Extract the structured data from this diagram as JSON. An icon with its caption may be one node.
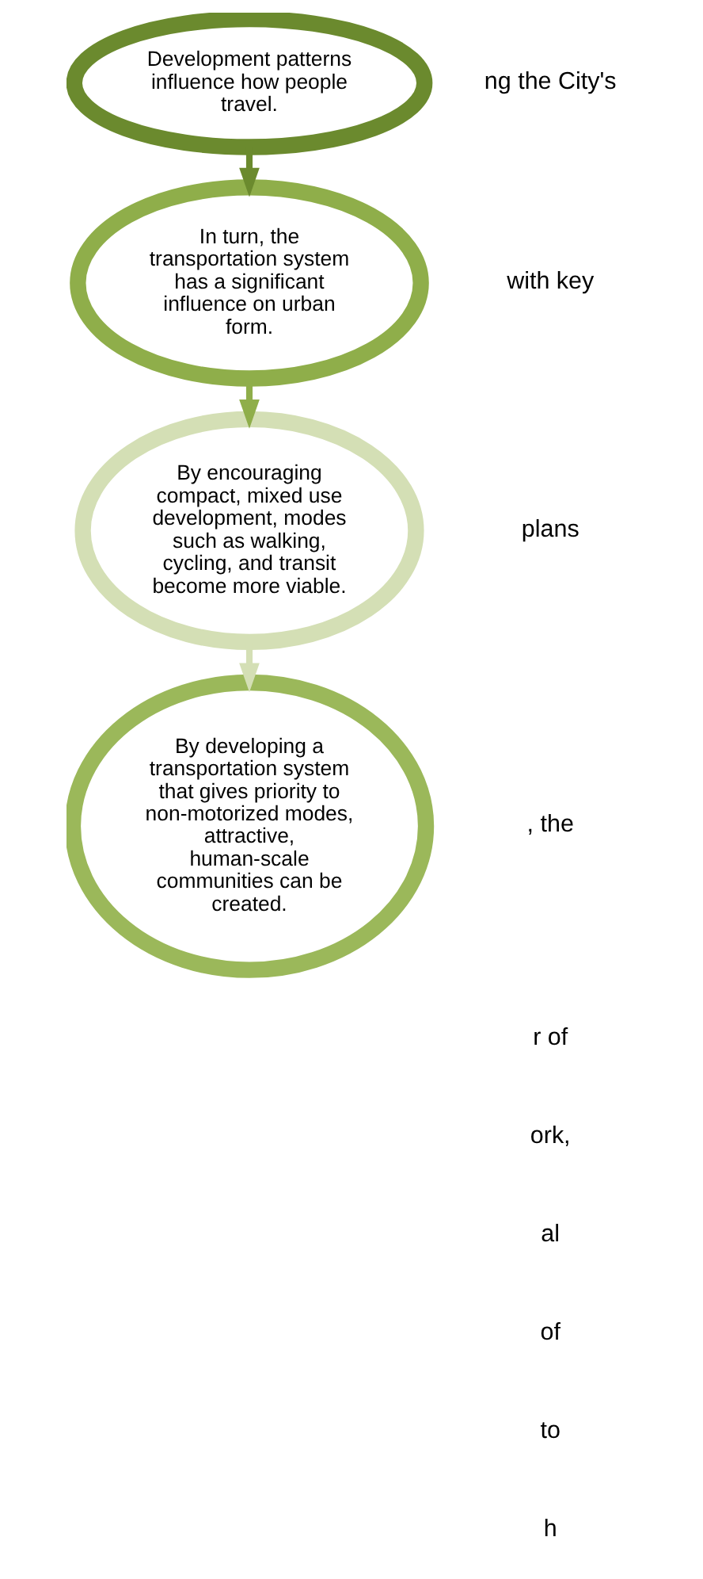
{
  "diagram": {
    "nodes": [
      {
        "text": [
          "Development patterns influence how people travel."
        ]
      },
      {
        "text": [
          "In turn, the transportation system has a significant influence on urban form."
        ]
      },
      {
        "text": [
          "By encouraging compact, mixed use development, modes such as walking, cycling, and transit become more viable."
        ]
      },
      {
        "text": [
          "By developing a transportation system that gives priority to non-motorized modes, attractive, human-scale communities can be created."
        ]
      }
    ],
    "edges": [
      {
        "from": 0,
        "to": 1,
        "arrow": "to",
        "color": "#6b8a2e"
      },
      {
        "from": 1,
        "to": 2,
        "arrow": "to"
      },
      {
        "from": 2,
        "to": 3,
        "arrow": "to",
        "color": "#d4dfb5"
      }
    ],
    "labels": [
      "ng the City's",
      "with key",
      "plans",
      ", the",
      "r of",
      "ork,",
      "al",
      "of",
      "to",
      "h"
    ]
  }
}
